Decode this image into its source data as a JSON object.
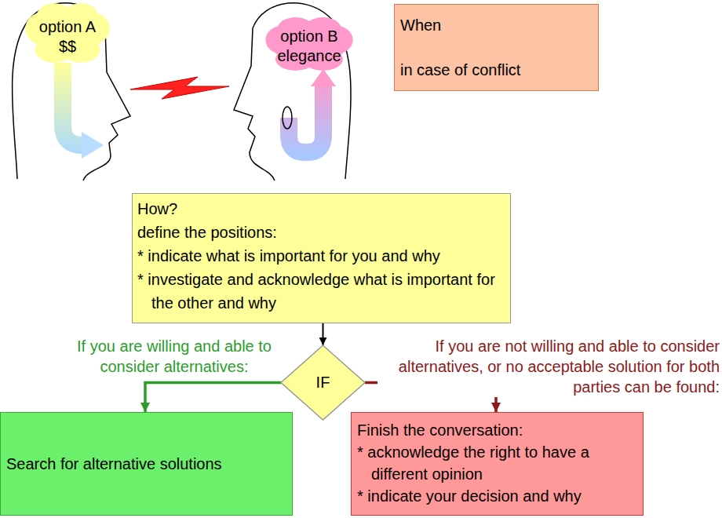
{
  "diagram": {
    "nodes": [
      {
        "text": [
          "option A $$"
        ]
      },
      {
        "text": [
          "option B elegance"
        ]
      },
      {
        "text": [
          "When",
          "in case of conflict"
        ]
      },
      {
        "text": [
          "How?",
          "define the positions:",
          "* indicate what is important for you and why",
          "* investigate and acknowledge what is important for the other and why"
        ]
      },
      {
        "text": [
          "IF"
        ]
      },
      {
        "text": [
          "Search for alternative solutions"
        ]
      },
      {
        "text": [
          "Finish the conversation:",
          "* acknowledge the right to have a different opinion",
          "* indicate your decision and why"
        ]
      }
    ],
    "edges": [
      {
        "from": 3,
        "to": 4,
        "arrow": "to"
      },
      {
        "from": 4,
        "to": 5,
        "label": "If you are willing and able to consider alternatives:",
        "arrow": "to"
      },
      {
        "from": 4,
        "to": 6,
        "label": "If you are not willing and able to consider alternatives, or no acceptable solution for both parties can be found:",
        "arrow": "to"
      }
    ]
  }
}
